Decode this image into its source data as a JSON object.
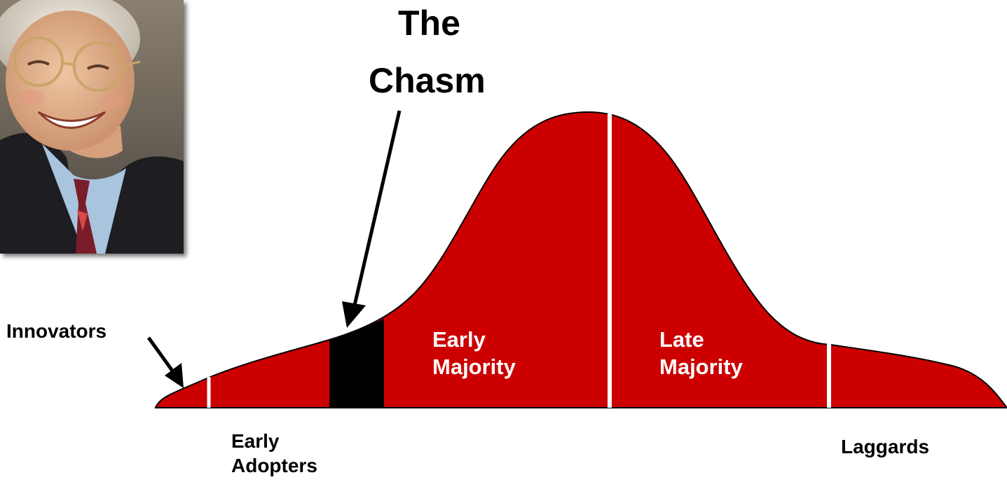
{
  "title": {
    "line1": "The",
    "line2": "Chasm"
  },
  "segments": {
    "innovators": "Innovators",
    "early_adopters": [
      "Early",
      "Adopters"
    ],
    "early_majority": [
      "Early",
      "Majority"
    ],
    "late_majority": [
      "Late",
      "Majority"
    ],
    "laggards": "Laggards"
  },
  "colors": {
    "curve_fill": "#cc0000",
    "chasm_fill": "#000000",
    "divider": "#ffffff",
    "inside_text": "#ffffff",
    "outside_text": "#000000"
  },
  "portrait": {
    "description_icon": "person-photo"
  }
}
